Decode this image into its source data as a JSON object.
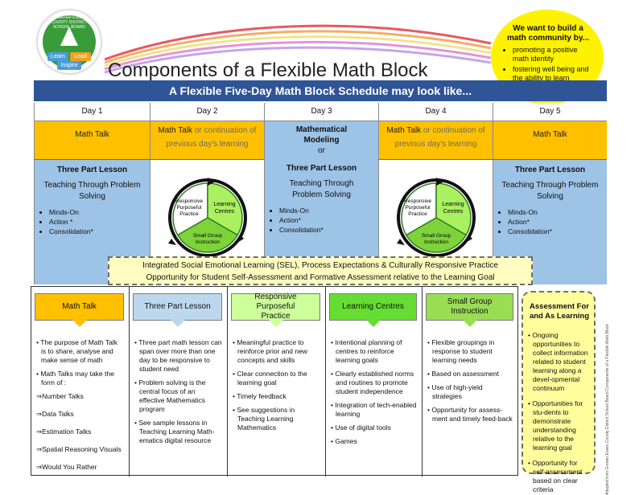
{
  "logo": {
    "ring_text": "GREATER ESSEX COUNTY DISTRICT SCHOOL BOARD",
    "learn": "Learn",
    "lead": "Lead",
    "inspire": "Inspire"
  },
  "title": "Components of a Flexible Math Block",
  "callout": {
    "title": "We want to build a math community by...",
    "items": [
      "promoting a positive math identity",
      "fostering well being and the ability to learn"
    ]
  },
  "banner": "A Flexible Five-Day Math Block Schedule may look like...",
  "days": [
    {
      "label": "Day 1",
      "top_bold": "Math Talk",
      "top_grey": "",
      "lesson_title": "Three Part Lesson",
      "lesson_sub": "Teaching Through Problem Solving",
      "bullets": [
        "Minds-On",
        "Action *",
        "Consolidation*"
      ]
    },
    {
      "label": "Day 2",
      "top_bold": "Math Talk",
      "top_grey": " or continuation of previous day's learning"
    },
    {
      "label": "Day 3",
      "top_bold": "Mathematical Modeling",
      "top_grey": "or",
      "lesson_title": "Three Part Lesson",
      "lesson_sub": "Teaching Through Problem Solving",
      "bullets": [
        "Minds-On",
        "Action*",
        "Consolidation*"
      ]
    },
    {
      "label": "Day 4",
      "top_bold": "Math Talk",
      "top_grey": " or continuation of previous day's learning"
    },
    {
      "label": "Day 5",
      "top_bold": "Math Talk",
      "top_grey": "",
      "lesson_title": "Three Part Lesson",
      "lesson_sub": "Teaching Through Problem Solving",
      "bullets": [
        "Minds-On",
        "Action*",
        "Consolidation*"
      ]
    }
  ],
  "cycle": {
    "rpp": [
      "Responsive",
      "Purposeful",
      "Practice"
    ],
    "lc": [
      "Learning",
      "Centres"
    ],
    "sgi": [
      "Small Group",
      "Instruction"
    ]
  },
  "sel": {
    "line1": "Integrated Social Emotional Learning (SEL), Process Expectations & Culturally Responsive Practice",
    "line2": "Opportunity for Student Self-Assessment and Formative Assessment relative to the Learning Goal"
  },
  "components": [
    {
      "title": "Math Talk",
      "color": "#ffc000",
      "items": [
        "The purpose of Math Talk is to share, analyse and make sense of math",
        "Math Talks may take the form of :"
      ],
      "arrows": [
        "⇒Number Talks",
        "⇒Data Talks",
        "⇒Estimation Talks",
        "⇒Spatial Reasoning Visuals",
        "⇒Would You Rather"
      ]
    },
    {
      "title": "Three Part Lesson",
      "color": "#bdd7ee",
      "items": [
        "Three part math lesson can span over more than one day to be responsive to student need",
        "Problem solving is the central focus of an effective Mathematics program",
        "See sample lessons in Teaching Learning Math-ematics digital resource"
      ]
    },
    {
      "title": "Responsive Purposeful Practice",
      "color": "#ccff99",
      "items": [
        "Meaningful practice to reinforce prior and new concepts and skills",
        "Clear connection to the learning goal",
        "Timely feedback",
        "See suggestions in Teaching Learning Mathematics"
      ]
    },
    {
      "title": "Learning Centres",
      "color": "#66dd33",
      "items": [
        "Intentional planning of centres to reinforce learning goals",
        "Clearly established norms and routines to promote student independence",
        "Integration of tech-enabled learning",
        "Use of digital tools",
        "Games"
      ]
    },
    {
      "title": "Small Group Instruction",
      "color": "#99dd55",
      "items": [
        "Flexible groupings in response to student learning needs",
        "Based on assessment",
        "Use of high-yield strategies",
        "Opportunity for assess-ment and timely feed-back"
      ]
    }
  ],
  "assessment": {
    "title": "Assessment For and As Learning",
    "items": [
      "Ongoing opportunities to collect information related to student learning along a devel-opmental continuum",
      "Opportunities for stu-dents to demonstrate understanding relative to the learning goal",
      "Opportunity for self-assessment based on clear criteria"
    ]
  },
  "source_note": "Adapted from Greater Essex County District School Board Components of a Flexible Math Block",
  "colors": {
    "banner": "#2f5597",
    "orange": "#ffc000",
    "blue": "#9dc3e6",
    "yellow": "#fff200"
  }
}
